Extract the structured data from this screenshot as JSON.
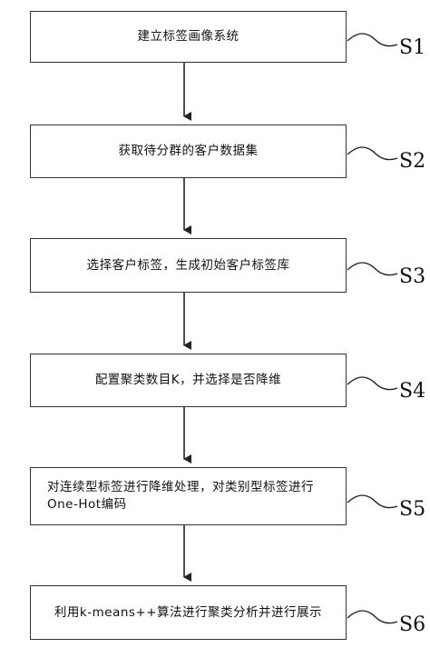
{
  "steps": [
    {
      "id": "S1",
      "text": "建立标签画像系统"
    },
    {
      "id": "S2",
      "text": "获取待分群的客户数据集"
    },
    {
      "id": "S3",
      "text": "选择客户标签，生成初始客户标签库"
    },
    {
      "id": "S4",
      "text": "配置聚类数目K，并选择是否降维"
    },
    {
      "id": "S5",
      "text": "对连续型标签进行降维处理，对类别型标签进行One-Hot编码"
    },
    {
      "id": "S6",
      "text": "利用k-means++算法进行聚类分析并进行展示"
    }
  ]
}
